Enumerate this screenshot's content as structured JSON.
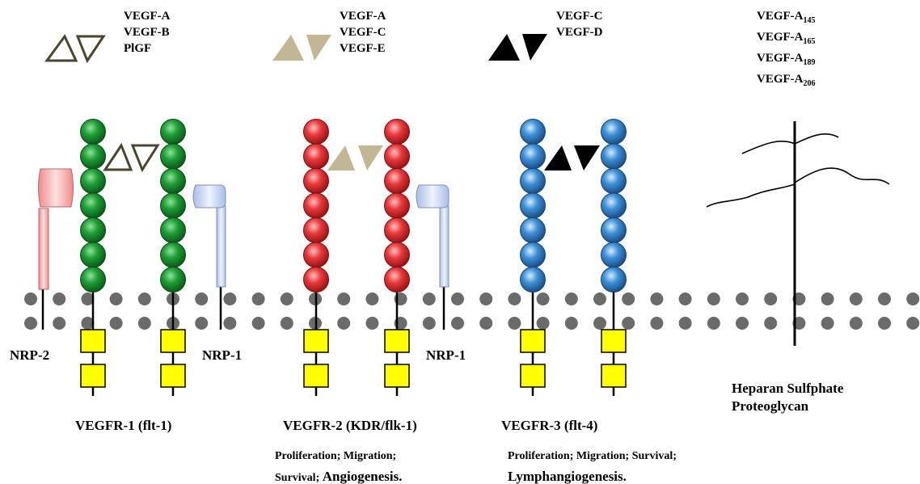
{
  "colors": {
    "vegfr1_ig": "#1e9e35",
    "vegfr2_ig": "#e8393c",
    "vegfr3_ig": "#3d8fd6",
    "kinase": "#ffff00",
    "membrane_dot": "#6b6b6b",
    "nrp2": "#f5a3a3",
    "nrp1": "#b9c9ea",
    "ligand_group1": "#4a4530",
    "ligand_group2": "#c2b794",
    "ligand_group3": "#000000"
  },
  "ligands": {
    "group1": [
      "VEGF-A",
      "VEGF-B",
      "PlGF"
    ],
    "group2": [
      "VEGF-A",
      "VEGF-C",
      "VEGF-E"
    ],
    "group3": [
      "VEGF-C",
      "VEGF-D"
    ],
    "isoforms": [
      {
        "name": "VEGF-A",
        "sub": "145"
      },
      {
        "name": "VEGF-A",
        "sub": "165"
      },
      {
        "name": "VEGF-A",
        "sub": "189"
      },
      {
        "name": "VEGF-A",
        "sub": "206"
      }
    ]
  },
  "receptors": {
    "vegfr1": "VEGFR-1 (flt-1)",
    "vegfr2": "VEGFR-2 (KDR/flk-1)",
    "vegfr3": "VEGFR-3 (flt-4)"
  },
  "coreceptors": {
    "nrp2": "NRP-2",
    "nrp1_a": "NRP-1",
    "nrp1_b": "NRP-1"
  },
  "hspg": {
    "line1": "Heparan Sulfphate",
    "line2": "Proteoglycan"
  },
  "functions": {
    "vegfr2_line1": "Proliferation; Migration;",
    "vegfr2_line2": "Survival;",
    "vegfr2_emph": "Angiogenesis.",
    "vegfr3_line1": "Proliferation; Migration; Survival;",
    "vegfr3_emph": "Lymphangiogenesis."
  }
}
